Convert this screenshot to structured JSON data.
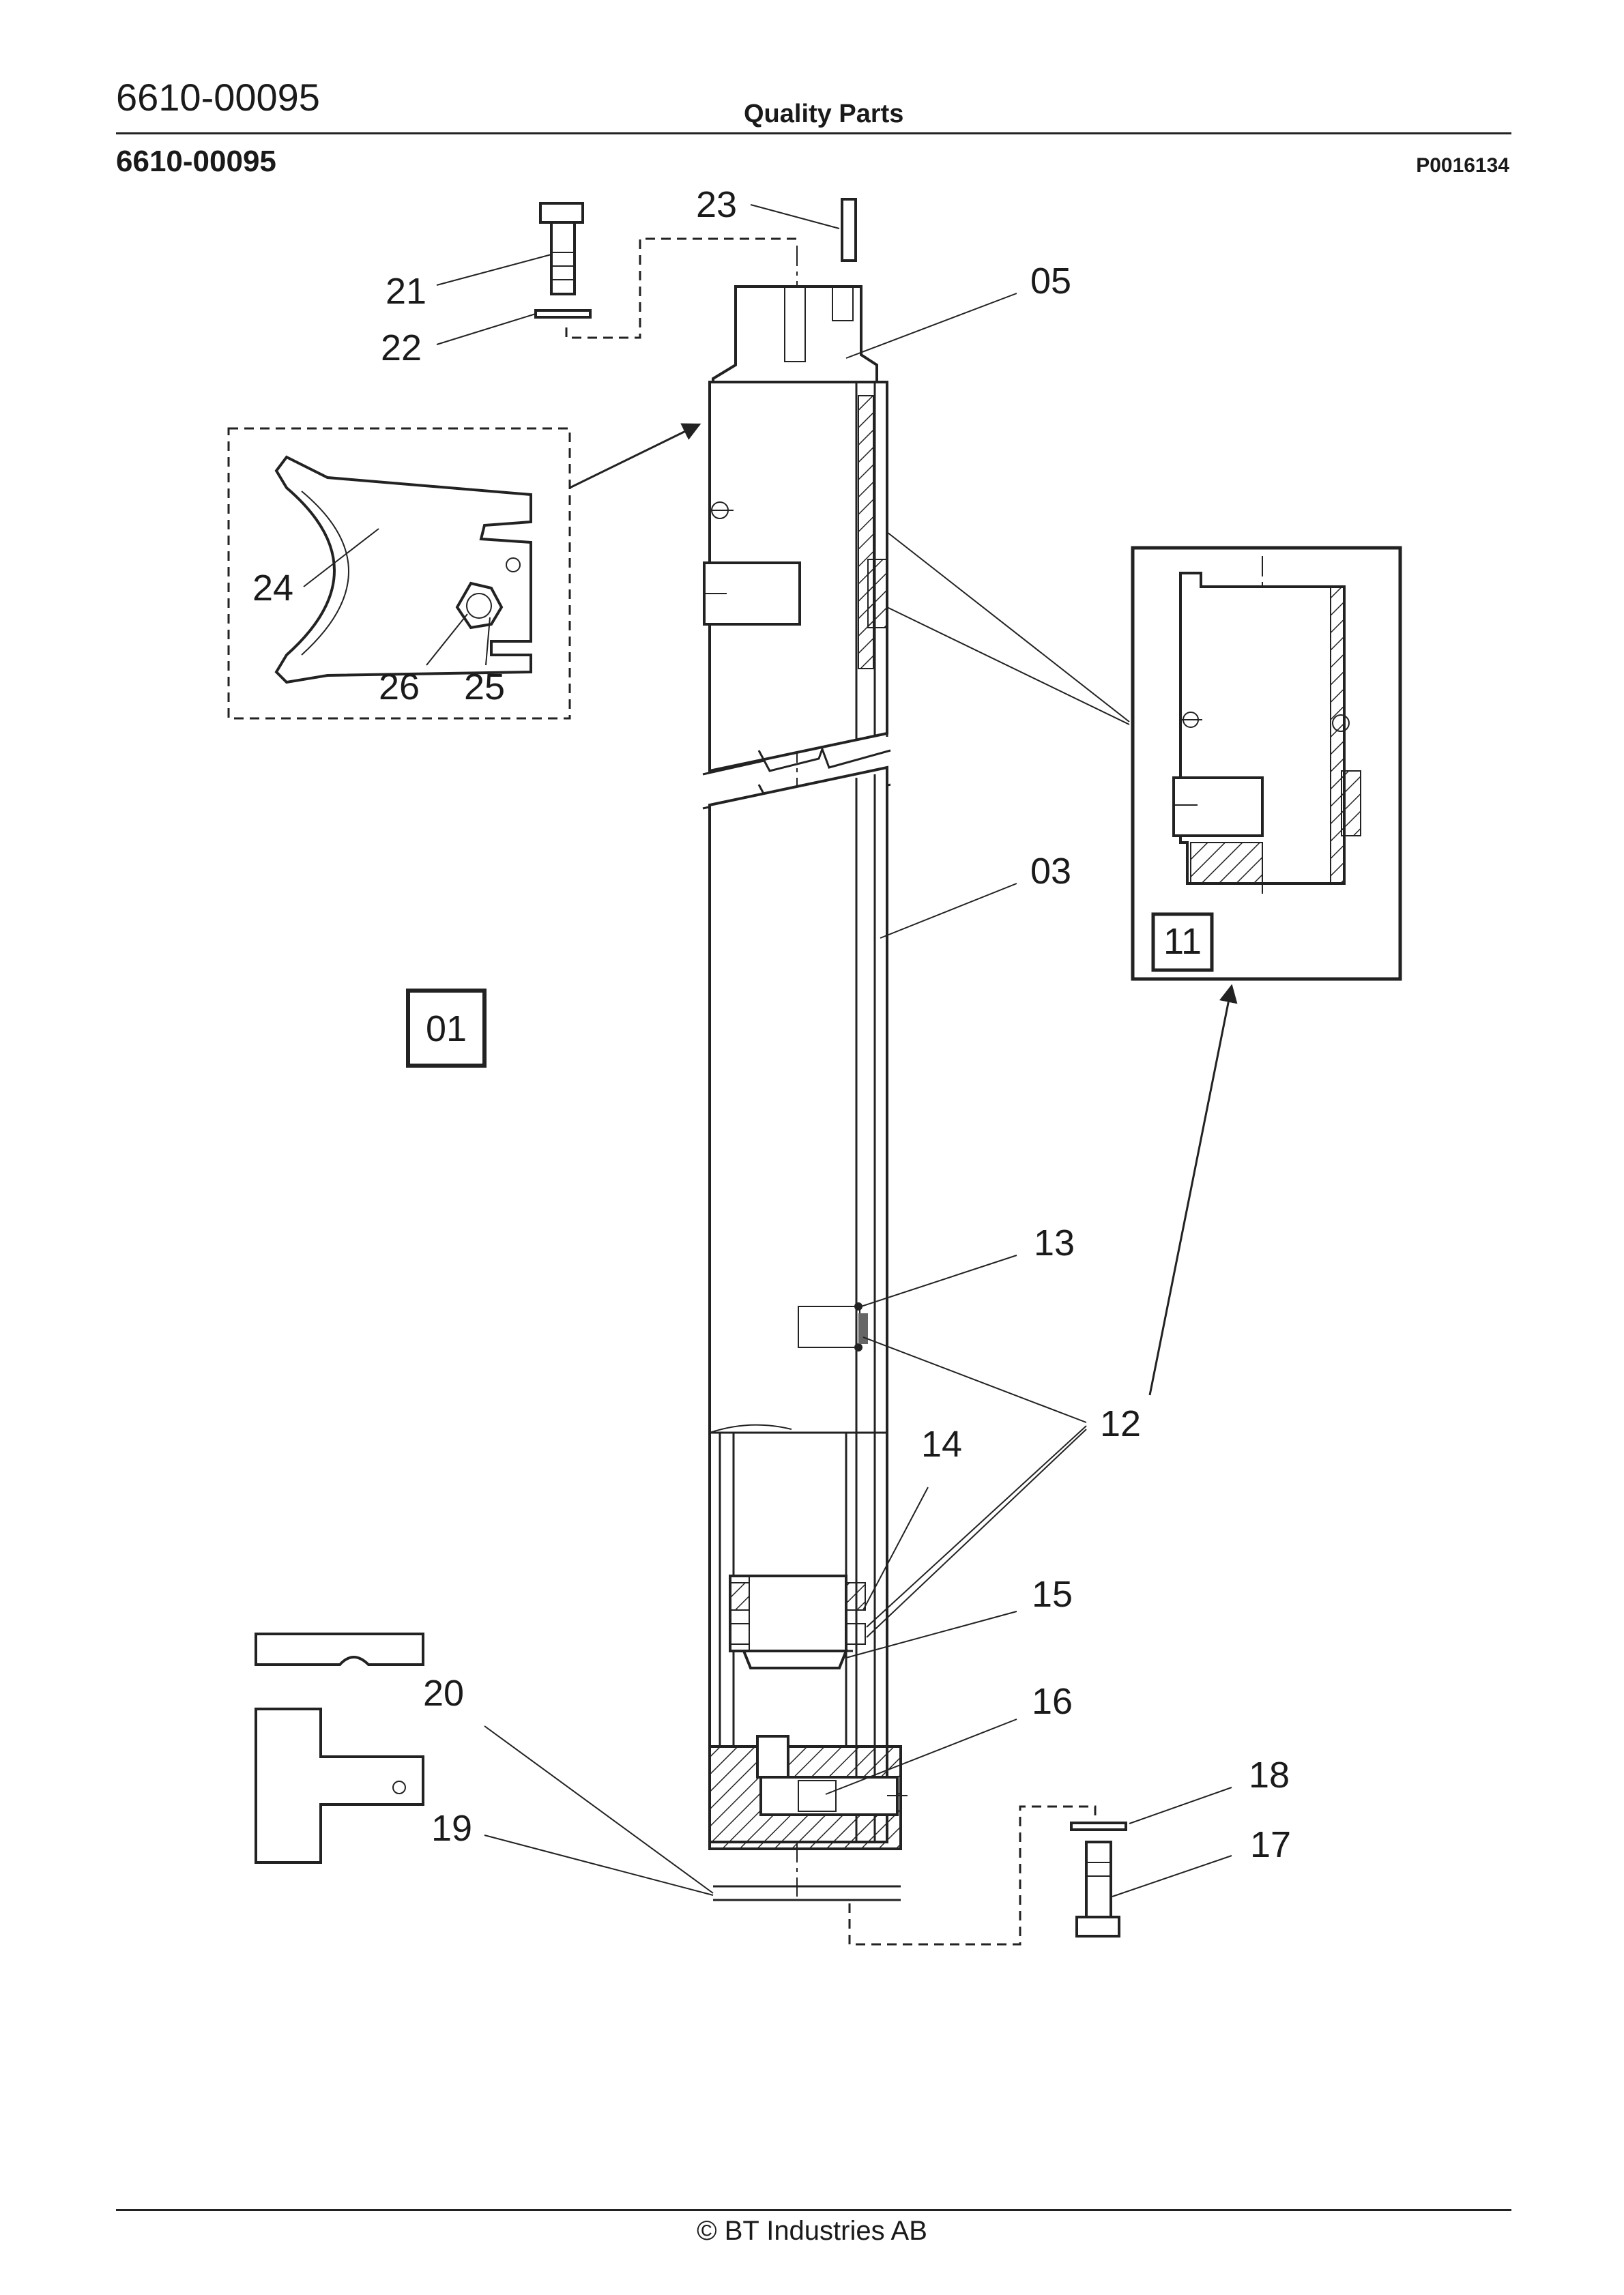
{
  "header": {
    "doc_number": "6610-00095",
    "title": "Quality Parts",
    "sub_number": "6610-00095",
    "reference": "P0016134"
  },
  "footer": {
    "copyright": "© BT Industries AB"
  },
  "callouts": {
    "c03": "03",
    "c05": "05",
    "c12": "12",
    "c13": "13",
    "c14": "14",
    "c15": "15",
    "c16": "16",
    "c17": "17",
    "c18": "18",
    "c19": "19",
    "c20": "20",
    "c21": "21",
    "c22": "22",
    "c23": "23",
    "c24": "24",
    "c25": "25",
    "c26": "26"
  },
  "boxed_labels": {
    "assembly": "01",
    "detail": "11"
  }
}
